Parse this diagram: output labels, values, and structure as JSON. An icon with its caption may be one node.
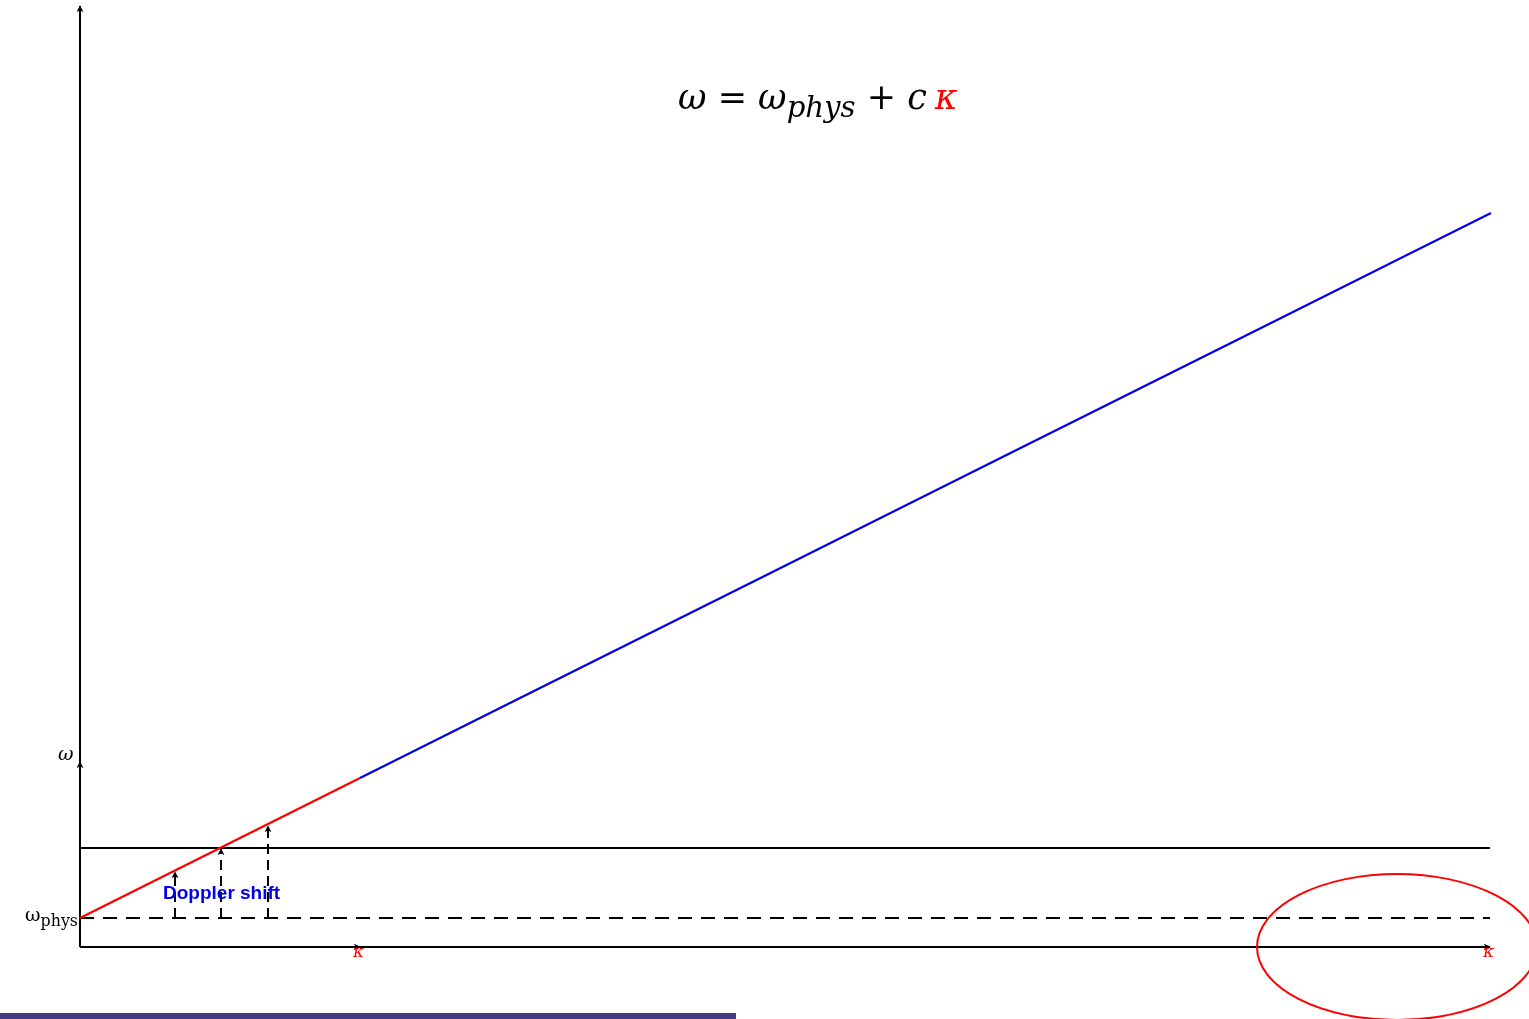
{
  "diagram": {
    "labels": [
      "ω = ω$_{phys}$ + c",
      "κ",
      "ω",
      "ω$_{phys}$",
      "Doppler shift",
      "κ",
      "κ"
    ]
  }
}
